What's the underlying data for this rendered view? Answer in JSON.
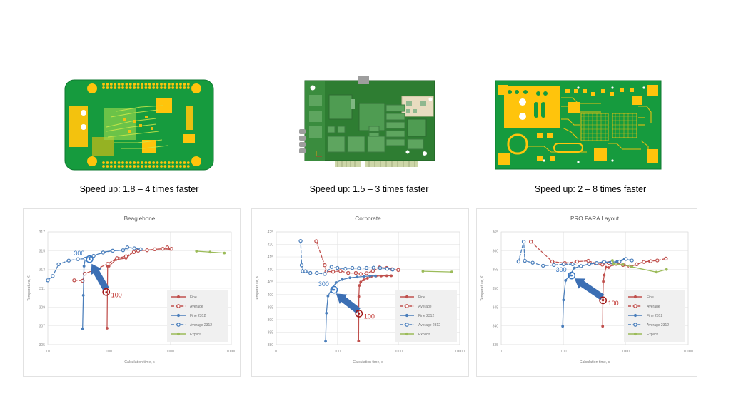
{
  "slide": {
    "background": "#ffffff",
    "boards": [
      {
        "name": "beaglebone-board",
        "style": "green-gold-pcb-rounded"
      },
      {
        "name": "corporate-pcie-card",
        "style": "dark-green-pcie-card"
      },
      {
        "name": "pro-para-board",
        "style": "green-gold-pcb-rect"
      }
    ],
    "captions": [
      "Speed up: 1.8 – 4 times faster",
      "Speed up: 1.5 – 3 times faster",
      "Speed up: 2 – 8 times faster"
    ]
  },
  "colors": {
    "fine": "#c0504d",
    "average": "#c0504d",
    "fine_2312": "#4a7ebb",
    "average_2312": "#4a7ebb",
    "explicit": "#9bbb59",
    "arrow": "#3c6fb4",
    "marker_blue": "#3a78c2",
    "marker_red": "#a01717",
    "pcb_green": "#169b3e",
    "pcb_gold": "#ffc40c",
    "pcb_dark_green": "#2e7d32"
  },
  "chart_data": [
    {
      "type": "line",
      "title": "Beaglebone",
      "xlabel": "Calculation time, s",
      "ylabel": "Temperature, K",
      "xscale": "log",
      "xlim": [
        10,
        10000
      ],
      "xticks": [
        10,
        100,
        1000,
        10000
      ],
      "ylim": [
        305,
        317
      ],
      "yticks": [
        305,
        307,
        309,
        311,
        313,
        315,
        317
      ],
      "grid": true,
      "legend_position": "bottom-right",
      "annotations": [
        {
          "label": "300",
          "x": 48,
          "y": 314.1,
          "color": "#3a78c2",
          "marker": "circle"
        },
        {
          "label": "100",
          "x": 90,
          "y": 310.6,
          "color": "#a01717",
          "marker": "circle"
        },
        {
          "label": "arrow",
          "from_x": 90,
          "from_y": 310.9,
          "to_x": 52,
          "to_y": 313.6
        }
      ],
      "series": [
        {
          "name": "Fine",
          "color": "#c0504d",
          "dash": false,
          "x": [
            93,
            95,
            100,
            130,
            190,
            250,
            300,
            420,
            560,
            760,
            1000
          ],
          "y": [
            306.75,
            313.35,
            313.35,
            314.05,
            314.2,
            314.85,
            315.0,
            315.05,
            315.15,
            315.2,
            315.15
          ]
        },
        {
          "name": "Average",
          "color": "#c0504d",
          "dash": true,
          "x": [
            27,
            37,
            40,
            60,
            95,
            135,
            190,
            255,
            300,
            420,
            560,
            760,
            900,
            1050
          ],
          "y": [
            311.85,
            311.8,
            312.55,
            313.0,
            313.6,
            314.2,
            314.4,
            314.85,
            315.0,
            315.05,
            315.15,
            315.2,
            315.35,
            315.2
          ]
        },
        {
          "name": "Fine 2312",
          "color": "#4a7ebb",
          "dash": false,
          "x": [
            37,
            38,
            39,
            41,
            56,
            80,
            115,
            170,
            200,
            260,
            330
          ],
          "y": [
            306.7,
            310.25,
            313.35,
            314.15,
            314.45,
            314.85,
            315.0,
            315.05,
            315.35,
            315.25,
            315.15
          ]
        },
        {
          "name": "Average 2312",
          "color": "#4a7ebb",
          "dash": true,
          "x": [
            10,
            12,
            15,
            22,
            31,
            41,
            56,
            80,
            115,
            170,
            200,
            260,
            330
          ],
          "y": [
            311.85,
            312.3,
            313.55,
            313.95,
            314.1,
            314.15,
            314.45,
            314.8,
            315.0,
            315.05,
            315.35,
            315.25,
            315.15
          ]
        },
        {
          "name": "Explicit",
          "color": "#9bbb59",
          "dash": false,
          "x": [
            2700,
            4500,
            7700
          ],
          "y": [
            314.95,
            314.85,
            314.75
          ]
        }
      ]
    },
    {
      "type": "line",
      "title": "Corporate",
      "xlabel": "Calculation time, s",
      "ylabel": "Temperature, K",
      "xscale": "log",
      "xlim": [
        10,
        10000
      ],
      "xticks": [
        10,
        100,
        1000,
        10000
      ],
      "ylim": [
        380,
        425
      ],
      "yticks": [
        380,
        385,
        390,
        395,
        400,
        405,
        410,
        415,
        420,
        425
      ],
      "grid": true,
      "legend_position": "bottom-right",
      "annotations": [
        {
          "label": "300",
          "x": 88,
          "y": 401.9,
          "color": "#3a78c2",
          "marker": "circle"
        },
        {
          "label": "100",
          "x": 225,
          "y": 392.4,
          "color": "#a01717",
          "marker": "circle"
        },
        {
          "label": "arrow",
          "from_x": 220,
          "from_y": 393.5,
          "to_x": 95,
          "to_y": 400.4
        }
      ],
      "series": [
        {
          "name": "Fine",
          "color": "#c0504d",
          "dash": false,
          "x": [
            222,
            224,
            228,
            240,
            270,
            310,
            360,
            430,
            520,
            640,
            760
          ],
          "y": [
            381.4,
            399.2,
            403.6,
            405.0,
            405.9,
            406.5,
            407.3,
            407.4,
            407.4,
            407.5,
            407.5
          ]
        },
        {
          "name": "Average",
          "color": "#c0504d",
          "dash": true,
          "x": [
            45,
            62,
            66,
            85,
            112,
            150,
            200,
            240,
            300,
            380,
            490,
            640,
            780,
            990
          ],
          "y": [
            421.3,
            411.7,
            409.2,
            409.1,
            409.4,
            408.6,
            408.6,
            408.2,
            408.5,
            409.4,
            410.8,
            410.6,
            410.1,
            409.8
          ]
        },
        {
          "name": "Fine 2312",
          "color": "#4a7ebb",
          "dash": false,
          "x": [
            64,
            66,
            70,
            80,
            95,
            120,
            160,
            210,
            270,
            340,
            420
          ],
          "y": [
            381.3,
            392.6,
            399.4,
            402.0,
            404.8,
            406.0,
            406.7,
            407.0,
            407.2,
            407.4,
            407.4
          ]
        },
        {
          "name": "Average 2312",
          "color": "#4a7ebb",
          "dash": true,
          "x": [
            25,
            26,
            27,
            30,
            36,
            46,
            62,
            80,
            100,
            135,
            175,
            225,
            300,
            390,
            500,
            650,
            800
          ],
          "y": [
            421.4,
            411.7,
            409.3,
            409.3,
            408.6,
            408.6,
            408.2,
            411.0,
            410.6,
            410.3,
            410.6,
            410.5,
            410.6,
            410.7,
            410.6,
            410.3,
            410.0
          ]
        },
        {
          "name": "Explicit",
          "color": "#9bbb59",
          "dash": false,
          "x": [
            2500,
            7400
          ],
          "y": [
            409.3,
            409.0
          ]
        }
      ]
    },
    {
      "type": "line",
      "title": "PRO PARA Layout",
      "xlabel": "Calculation time, s",
      "ylabel": "Temperature, K",
      "xscale": "log",
      "xlim": [
        10,
        10000
      ],
      "xticks": [
        10,
        100,
        1000,
        10000
      ],
      "ylim": [
        335,
        365
      ],
      "yticks": [
        335,
        340,
        345,
        350,
        355,
        360,
        365
      ],
      "grid": true,
      "legend_position": "bottom-right",
      "annotations": [
        {
          "label": "300",
          "x": 135,
          "y": 353.4,
          "color": "#3a78c2",
          "marker": "circle"
        },
        {
          "label": "100",
          "x": 430,
          "y": 346.8,
          "color": "#a01717",
          "marker": "circle"
        },
        {
          "label": "arrow",
          "from_x": 420,
          "from_y": 347.6,
          "to_x": 150,
          "to_y": 352.6
        }
      ],
      "series": [
        {
          "name": "Fine",
          "color": "#c0504d",
          "dash": false,
          "x": [
            425,
            428,
            435,
            450,
            480,
            530,
            620,
            760,
            950,
            1200,
            1500,
            1900,
            2400
          ],
          "y": [
            339.9,
            346.9,
            351.8,
            353.5,
            355.6,
            355.5,
            356.3,
            356.5,
            356.2,
            355.8,
            356.4,
            357.0,
            357.2
          ]
        },
        {
          "name": "Average",
          "color": "#c0504d",
          "dash": true,
          "x": [
            30,
            66,
            105,
            165,
            250,
            330,
            420,
            540,
            700,
            900,
            1150,
            1500,
            1950,
            2500,
            3200,
            4400
          ],
          "y": [
            362.4,
            357.1,
            356.7,
            357.1,
            357.3,
            356.6,
            356.3,
            356.7,
            356.5,
            356.2,
            355.8,
            356.4,
            357.0,
            357.2,
            357.4,
            357.9
          ]
        },
        {
          "name": "Fine 2312",
          "color": "#4a7ebb",
          "dash": false,
          "x": [
            97,
            100,
            108,
            125,
            150,
            190,
            250,
            330,
            430,
            560,
            720,
            950,
            1200
          ],
          "y": [
            339.9,
            346.9,
            352.1,
            353.4,
            355.4,
            355.9,
            356.4,
            356.7,
            357.0,
            356.9,
            357.1,
            357.8,
            357.4
          ]
        },
        {
          "name": "Average 2312",
          "color": "#4a7ebb",
          "dash": true,
          "x": [
            19,
            23,
            24,
            32,
            47,
            70,
            100,
            140,
            190,
            260,
            340,
            450,
            600,
            790,
            1000,
            1250
          ],
          "y": [
            357.1,
            362.4,
            357.3,
            356.8,
            356.0,
            356.2,
            356.4,
            356.4,
            355.9,
            356.4,
            356.7,
            357.0,
            356.9,
            357.1,
            357.8,
            357.4
          ]
        },
        {
          "name": "Explicit",
          "color": "#9bbb59",
          "dash": false,
          "x": [
            610,
            640,
            900,
            1250,
            3100,
            4500
          ],
          "y": [
            357.4,
            356.5,
            356.3,
            355.7,
            354.3,
            355.0
          ]
        }
      ]
    }
  ]
}
